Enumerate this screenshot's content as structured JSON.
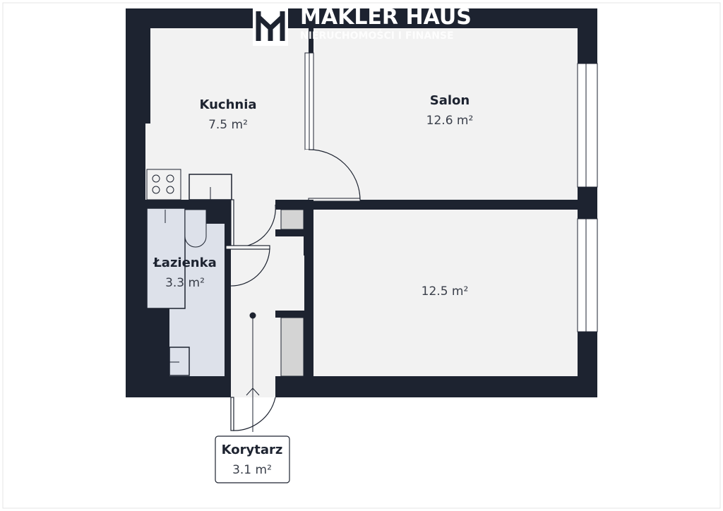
{
  "logo": {
    "name": "MAKLER HAUS",
    "tagline": "NIERUCHOMOŚCI I FINANSE"
  },
  "rooms": [
    {
      "name": "Kuchnia",
      "area": "7.5 m²"
    },
    {
      "name": "Salon",
      "area": "12.6 m²"
    },
    {
      "name": "",
      "area": "12.5 m²"
    },
    {
      "name": "Łazienka",
      "area": "3.3 m²"
    },
    {
      "name": "Korytarz",
      "area": "3.1 m²"
    }
  ],
  "colors": {
    "wall": "#1d2330",
    "floor": "#f2f2f2",
    "bathroom": "#dde1ea",
    "closet": "#d4d4d4"
  }
}
